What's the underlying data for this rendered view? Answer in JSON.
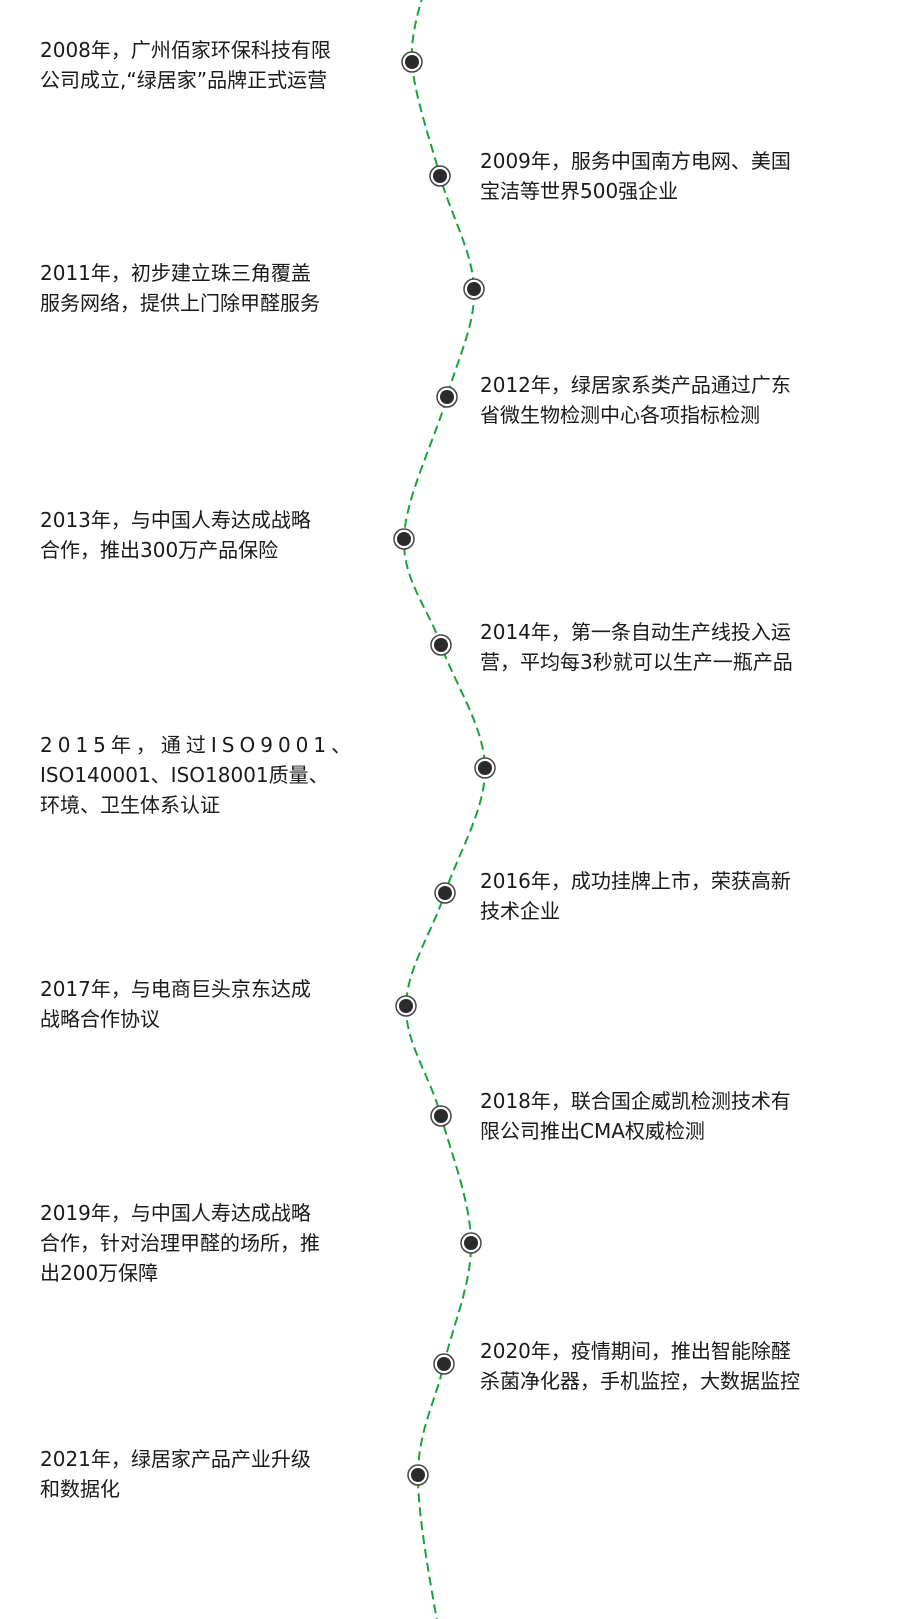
{
  "colors": {
    "line": "#1aa33c",
    "dot": "#2b2b2b",
    "text": "#1a1a1a"
  },
  "events": [
    {
      "year": "2008",
      "side": "left",
      "lines": [
        "2008年，广州佰家环保科技有限",
        "公司成立,“绿居家”品牌正式运营"
      ]
    },
    {
      "year": "2009",
      "side": "right",
      "lines": [
        "2009年，服务中国南方电网、美国",
        "宝洁等世界500强企业"
      ]
    },
    {
      "year": "2011",
      "side": "left",
      "lines": [
        "2011年，初步建立珠三角覆盖",
        "服务网络，提供上门除甲醛服务"
      ]
    },
    {
      "year": "2012",
      "side": "right",
      "lines": [
        "2012年，绿居家系类产品通过广东",
        "省微生物检测中心各项指标检测"
      ]
    },
    {
      "year": "2013",
      "side": "left",
      "lines": [
        "2013年，与中国人寿达成战略",
        "合作，推出300万产品保险"
      ]
    },
    {
      "year": "2014",
      "side": "right",
      "lines": [
        "2014年，第一条自动生产线投入运",
        "营，平均每3秒就可以生产一瓶产品"
      ]
    },
    {
      "year": "2015",
      "side": "left",
      "lines": [
        "2015年，通过ISO9001、",
        "ISO140001、ISO18001质量、",
        "环境、卫生体系认证"
      ]
    },
    {
      "year": "2016",
      "side": "right",
      "lines": [
        "2016年，成功挂牌上市，荣获高新",
        "技术企业"
      ]
    },
    {
      "year": "2017",
      "side": "left",
      "lines": [
        "2017年，与电商巨头京东达成",
        "战略合作协议"
      ]
    },
    {
      "year": "2018",
      "side": "right",
      "lines": [
        "2018年，联合国企威凯检测技术有",
        "限公司推出CMA权威检测"
      ]
    },
    {
      "year": "2019",
      "side": "left",
      "lines": [
        "2019年，与中国人寿达成战略",
        "合作，针对治理甲醛的场所，推",
        "出200万保障"
      ]
    },
    {
      "year": "2020",
      "side": "right",
      "lines": [
        "2020年，疫情期间，推出智能除醛",
        "杀菌净化器，手机监控，大数据监控"
      ]
    },
    {
      "year": "2021",
      "side": "left",
      "lines": [
        "2021年，绿居家产品产业升级",
        "和数据化"
      ]
    }
  ]
}
